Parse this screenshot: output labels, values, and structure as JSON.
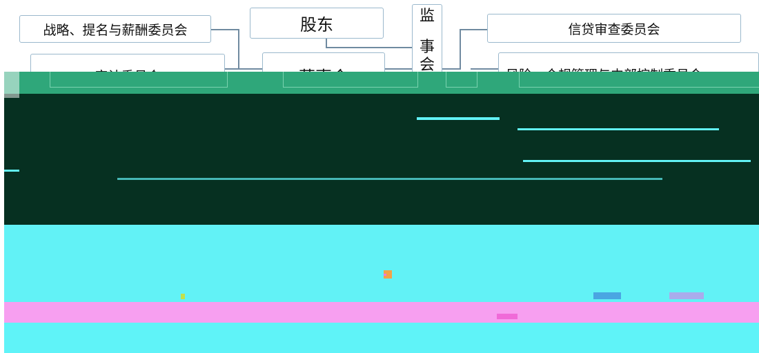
{
  "diagram": {
    "nodes": {
      "strategy_committee": "战略、提名与薪酬委员会",
      "shareholders": "股东",
      "supervisors": [
        "监",
        "事",
        "会"
      ],
      "credit_committee": "信贷审查委员会",
      "audit_committee": "审计委员会",
      "board": "董事会",
      "risk_committee": "风险、合规管理与内部控制委员会"
    }
  },
  "colors": {
    "box_border": "#9ab8cc",
    "connector": "#6f8aa0",
    "glitch_green": "#2fa77a",
    "glitch_dark": "#063021",
    "glitch_cyan": "#62f2f6",
    "glitch_pink": "#f79ff0"
  }
}
